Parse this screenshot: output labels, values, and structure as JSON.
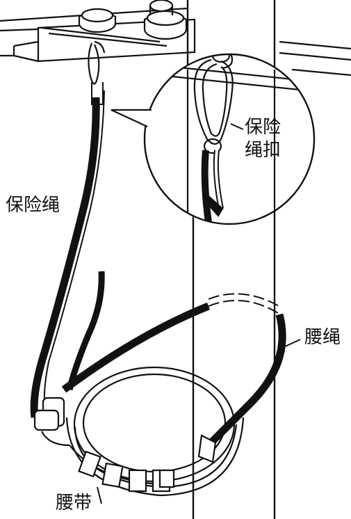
{
  "labels": {
    "safety_rope": "保险绳",
    "rope_clip_line1": "保险",
    "rope_clip_line2": "绳扣",
    "waist_rope": "腰绳",
    "waist_belt": "腰带"
  },
  "colors": {
    "line": "#111111",
    "background": "#ffffff"
  }
}
